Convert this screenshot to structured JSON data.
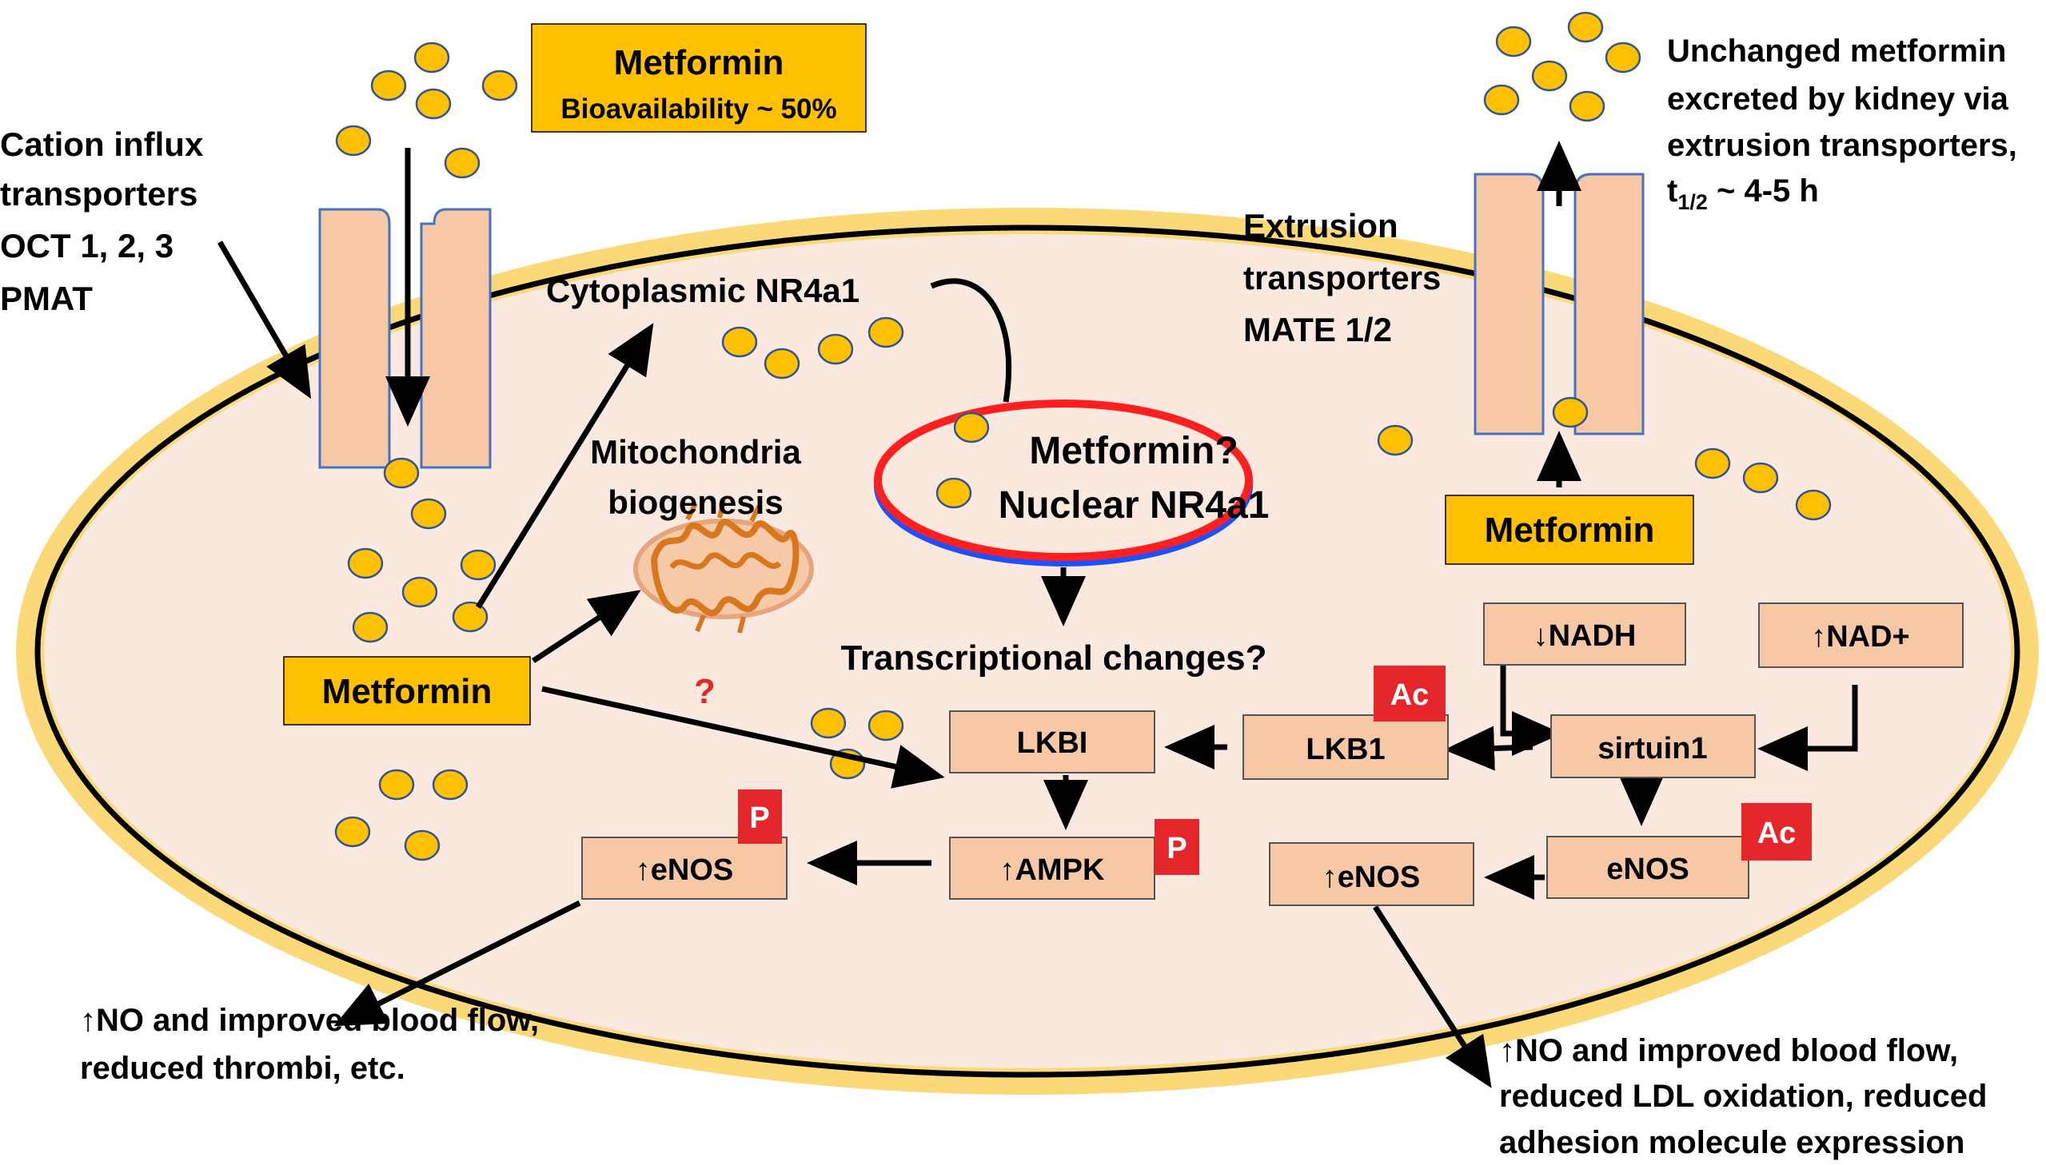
{
  "colors": {
    "cell_fill": "#fbe9e0",
    "membrane": "#fbd978",
    "box_fill": "#f7c8a6",
    "yellow_box": "#ffc000",
    "dot_fill": "#ffc000",
    "dot_stroke": "#2f5597",
    "badge_red": "#e5262a",
    "nucleus_red": "#ff1f1f",
    "nucleus_blue": "#1f4fff",
    "mito": "#d9771c"
  },
  "top": {
    "metformin_title": "Metformin",
    "bioavailability": "Bioavailability ~ 50%"
  },
  "influx": {
    "line1": "Cation influx",
    "line2": "transporters",
    "line3": "OCT 1, 2, 3",
    "line4": "PMAT"
  },
  "extrusion": {
    "line1": "Extrusion",
    "line2": "transporters",
    "line3": "MATE 1/2"
  },
  "excretion": {
    "line1": "Unchanged metformin",
    "line2": "excreted by kidney via",
    "line3": "extrusion transporters,",
    "line4_prefix": "t",
    "line4_sub": "1/2",
    "line4_suffix": " ~ 4-5 h"
  },
  "cytoplasmic_label": "Cytoplasmic NR4a1",
  "mito": {
    "line1": "Mitochondria",
    "line2": "biogenesis"
  },
  "nucleus": {
    "line1": "Metformin?",
    "line2": "Nuclear NR4a1"
  },
  "transcriptional": "Transcriptional changes?",
  "metformin_left": "Metformin",
  "metformin_right": "Metformin",
  "question_mark": "?",
  "boxes": {
    "lkbi": "LKBI",
    "ampk": "↑AMPK",
    "enos_left": "↑eNOS",
    "lkb1": "LKB1",
    "nadh": "↓NADH",
    "nad": "↑NAD+",
    "sirtuin": "sirtuin1",
    "enos_mid": "eNOS",
    "enos_right": "↑eNOS"
  },
  "badges": {
    "p": "P",
    "ac": "Ac"
  },
  "outcome_left": {
    "line1": "↑NO and improved blood flow,",
    "line2": "reduced thrombi, etc."
  },
  "outcome_right": {
    "line1": "↑NO and improved blood flow,",
    "line2": "reduced LDL oxidation, reduced",
    "line3": "adhesion molecule expression"
  }
}
